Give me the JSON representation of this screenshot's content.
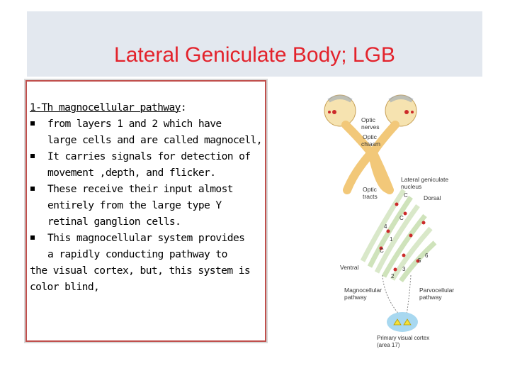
{
  "slide": {
    "title": "Lateral Geniculate Body; LGB"
  },
  "content": {
    "heading": "1-Th magnocellular pathway",
    "heading_suffix": ":",
    "bullets": [
      {
        "line1": "from layers 1 and 2 which have",
        "line2": "large cells and are called magnocell,"
      },
      {
        "line1": "It carries signals for detection of",
        "line2": "movement ,depth, and flicker."
      },
      {
        "line1": "These receive their input almost",
        "line2": "entirely from the large type Y",
        "line3": "retinal ganglion cells."
      },
      {
        "line1": "This magnocellular system provides",
        "line2": "a rapidly conducting pathway to"
      }
    ],
    "trailing_lines": [
      "the visual cortex, but, this system is",
      "color blind,"
    ]
  },
  "figure": {
    "labels": {
      "optic_nerves": [
        "Optic",
        "nerves"
      ],
      "optic_chiasm": [
        "Optic",
        "chiasm"
      ],
      "optic_tracts": [
        "Optic",
        "tracts"
      ],
      "lgn": [
        "Lateral geniculate",
        "nucleus"
      ],
      "dorsal": "Dorsal",
      "ventral": "Ventral",
      "magno": [
        "Magnocellular",
        "pathway"
      ],
      "parvo": [
        "Parvocellular",
        "pathway"
      ],
      "cortex": [
        "Primary visual cortex",
        "(area 17)"
      ]
    },
    "layer_numbers": [
      "1",
      "2",
      "3",
      "4",
      "5",
      "6"
    ],
    "layer_letter": "C",
    "colors": {
      "eye_pathway": "#f2c879",
      "eye": "#f6e3b0",
      "neuron_red": "#cc2a2a",
      "cortex_blue": "#a8d8f0",
      "marker_yellow": "#f3e03a"
    }
  }
}
